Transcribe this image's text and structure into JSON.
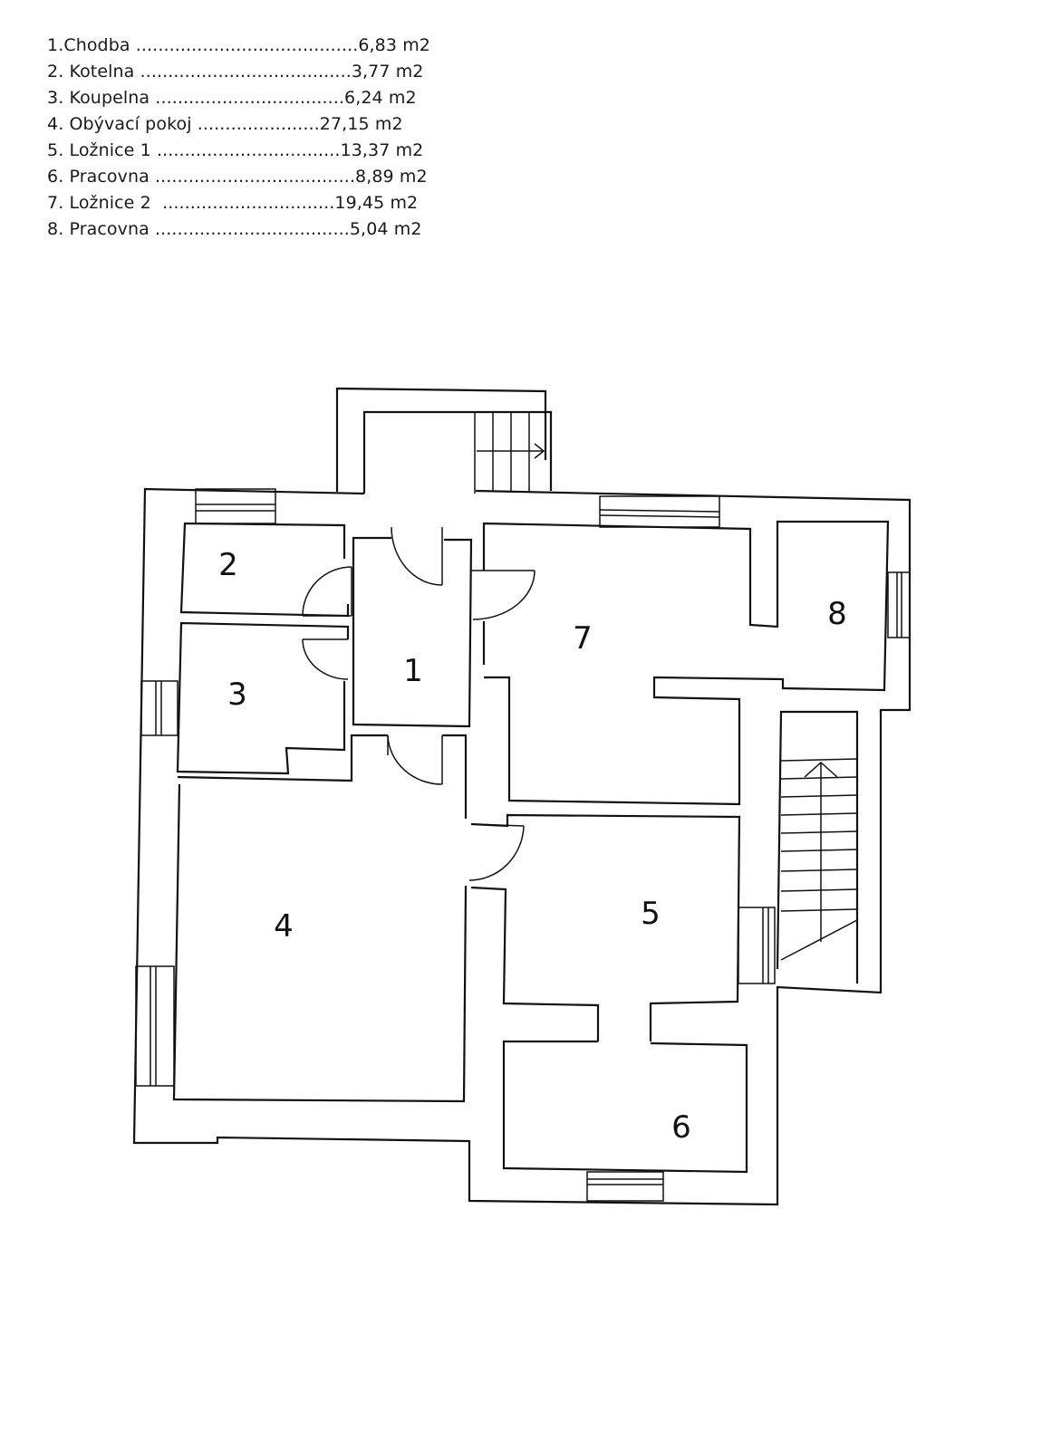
{
  "legend": [
    "1.Chodba ........................................6,83 m2",
    "2. Kotelna ......................................3,77 m2",
    "3. Koupelna ..................................6,24 m2",
    "4. Obývací pokoj ......................27,15 m2",
    "5. Ložnice 1 .................................13,37 m2",
    "6. Pracovna ....................................8,89 m2",
    "7. Ložnice 2  ...............................19,45 m2",
    "8. Pracovna ...................................5,04 m2"
  ],
  "rooms": [
    "1",
    "2",
    "3",
    "4",
    "5",
    "6",
    "7",
    "8"
  ]
}
